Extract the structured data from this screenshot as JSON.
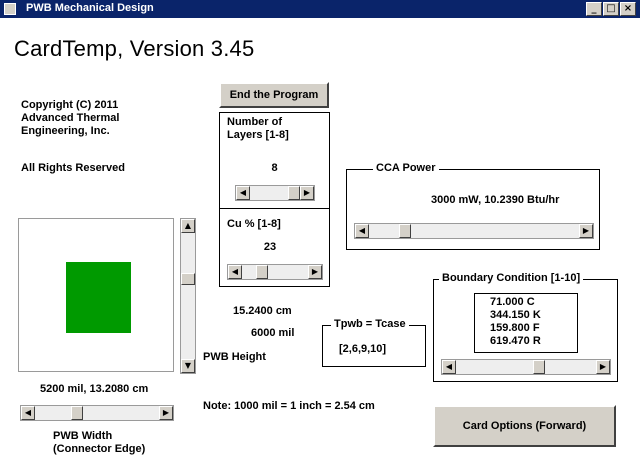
{
  "window": {
    "title": "PWB Mechanical Design",
    "minimize_glyph": "_",
    "maximize_glyph": "□",
    "close_glyph": "×"
  },
  "heading": "CardTemp, Version 3.45",
  "copyright": {
    "line1": "Copyright (C) 2011",
    "line2": "Advanced Thermal",
    "line3": "Engineering, Inc.",
    "rights": "All Rights Reserved"
  },
  "end_button": "End the Program",
  "layers": {
    "label1": "Number of",
    "label2": "Layers [1-8]",
    "value": "8",
    "fraction": 1.0
  },
  "cu": {
    "label": "Cu % [1-8]",
    "value": "23",
    "fraction": 0.25
  },
  "power": {
    "label": "CCA Power",
    "value": "3000 mW,  10.2390 Btu/hr",
    "fraction": 0.15
  },
  "boundary": {
    "label": "Boundary Condition  [1-10]",
    "values": [
      "71.000 C",
      "344.150 K",
      "159.800 F",
      "619.470 R"
    ],
    "fraction": 0.6
  },
  "tpwb": {
    "label": "Tpwb = Tcase",
    "range": "[2,6,9,10]"
  },
  "board": {
    "color": "#009a00",
    "height_cm": "15.2400 cm",
    "height_mil": "6000 mil",
    "height_label": "PWB Height",
    "width_text": "5200 mil,  13.2080 cm",
    "width_label1": "PWB Width",
    "width_label2": "(Connector Edge)",
    "height_fraction": 0.35,
    "width_fraction": 0.32
  },
  "note": "Note: 1000 mil = 1 inch = 2.54 cm",
  "options_button": "Card Options (Forward)",
  "icons": {
    "left_arrow": "◀",
    "right_arrow": "▶",
    "up_arrow": "▲",
    "down_arrow": "▼"
  }
}
